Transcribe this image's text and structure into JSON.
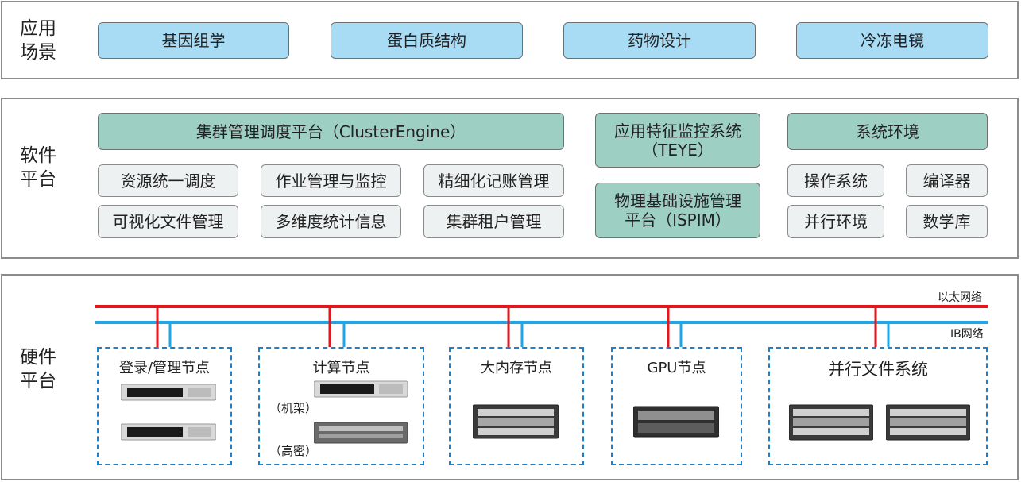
{
  "application": {
    "label": "应用\n场景",
    "items": [
      "基因组学",
      "蛋白质结构",
      "药物设计",
      "冷冻电镜"
    ]
  },
  "software": {
    "label": "软件\n平台",
    "cluster_engine": {
      "title": "集群管理调度平台（ClusterEngine）",
      "modules": [
        "资源统一调度",
        "作业管理与监控",
        "精细化记账管理",
        "可视化文件管理",
        "多维度统计信息",
        "集群租户管理"
      ]
    },
    "teye": "应用特征监控系统\n（TEYE）",
    "ispim": "物理基础设施管理\n平台（ISPIM）",
    "system_env": {
      "title": "系统环境",
      "items": [
        "操作系统",
        "编译器",
        "并行环境",
        "数学库"
      ]
    }
  },
  "hardware": {
    "label": "硬件\n平台",
    "networks": [
      "以太网络",
      "IB网络"
    ],
    "nodes": [
      {
        "title": "登录/管理节点"
      },
      {
        "title": "计算节点",
        "notes": [
          "（机架）",
          "（高密）"
        ]
      },
      {
        "title": "大内存节点"
      },
      {
        "title": "GPU节点"
      },
      {
        "title": "并行文件系统"
      }
    ]
  },
  "colors": {
    "ethernet": "#e8141b",
    "ib": "#1ea6e8",
    "app_box": "#a8dcf5",
    "engine_box": "#9ecfc3",
    "module_box": "#eef1f1",
    "dashed": "#1f7fc8"
  }
}
